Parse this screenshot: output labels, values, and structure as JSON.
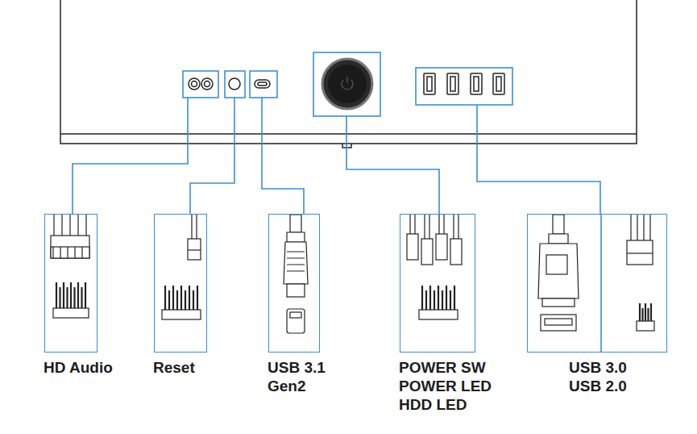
{
  "diagram": {
    "nodes": [
      {
        "text": [
          "HD Audio"
        ]
      },
      {
        "text": [
          "Reset"
        ]
      },
      {
        "text": [
          "USB 3.1 Gen2"
        ]
      },
      {
        "text": [
          "POWER SW",
          "POWER LED",
          "HDD LED"
        ]
      },
      {
        "text": [
          "USB 3.0",
          "USB 2.0"
        ]
      }
    ]
  }
}
